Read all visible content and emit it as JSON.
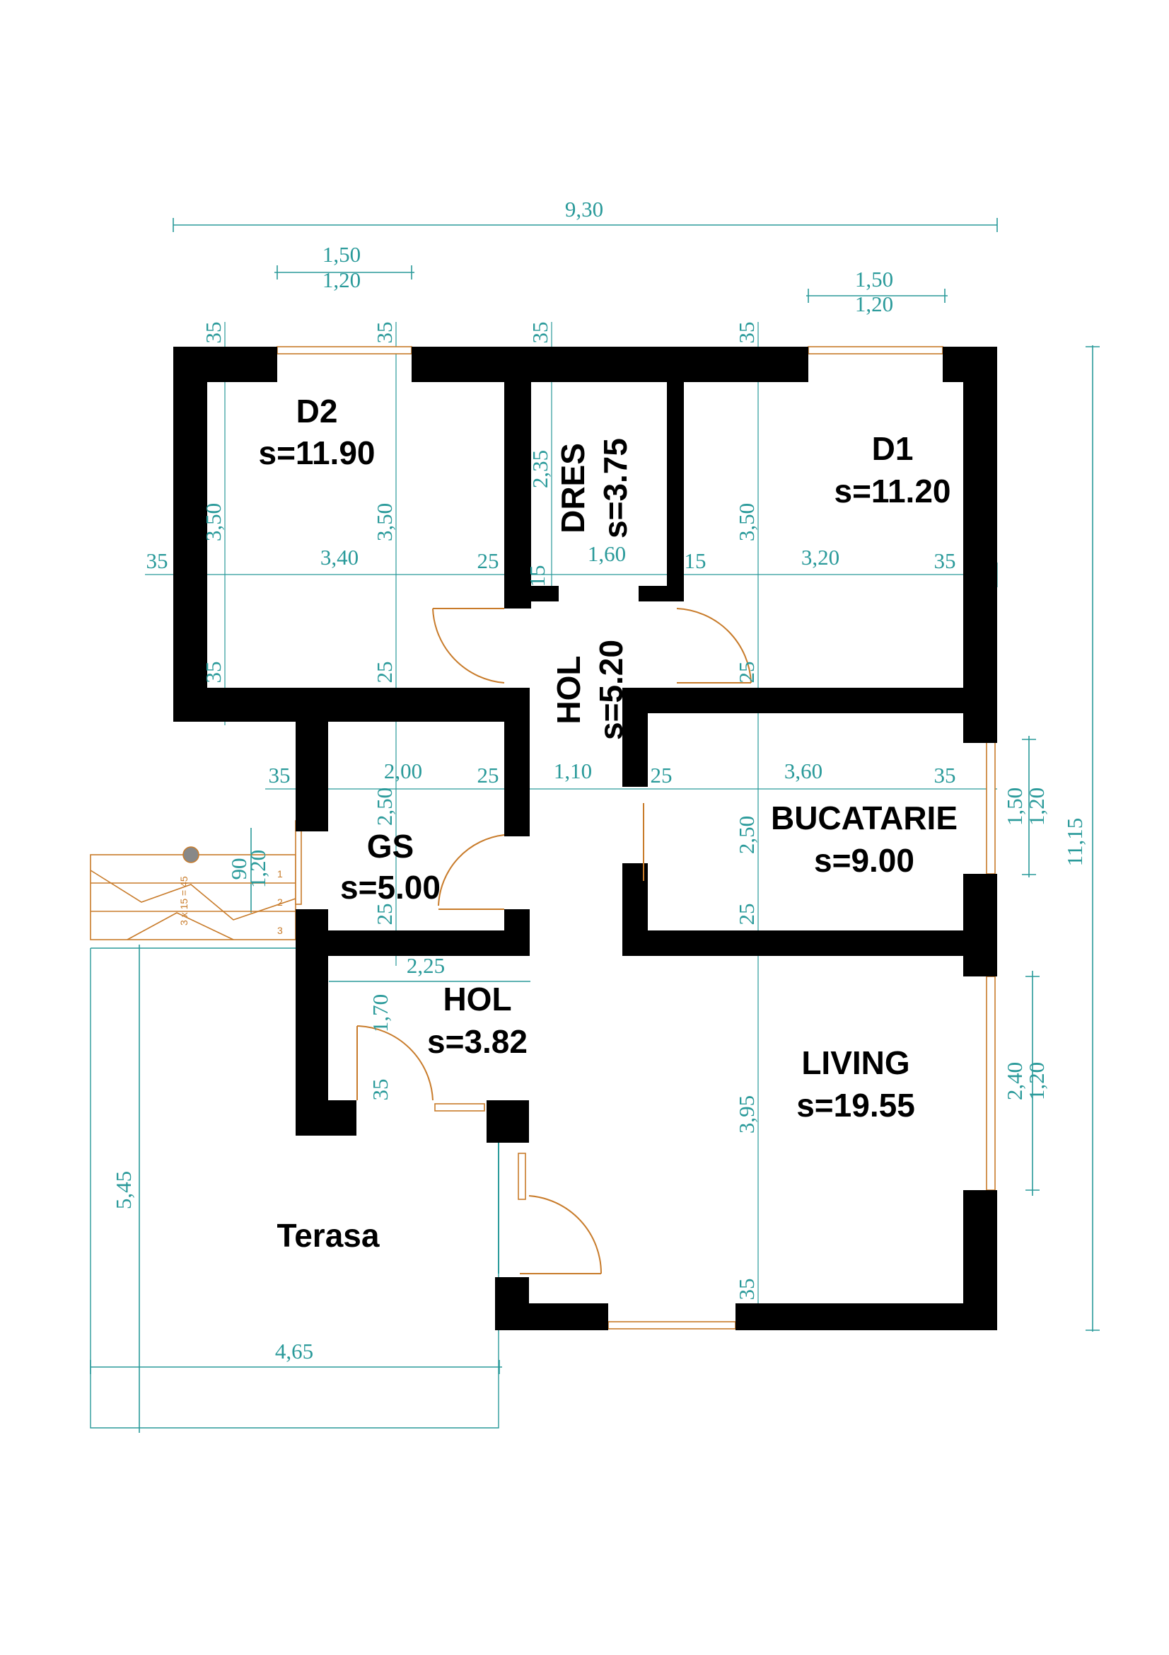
{
  "colors": {
    "wall": "#000000",
    "dimension": "#2a9a9a",
    "door_window": "#c87b2a",
    "background": "#ffffff"
  },
  "rooms": {
    "d2": {
      "name": "D2",
      "area": "s=11.90"
    },
    "dres": {
      "name": "DRES",
      "area": "s=3.75"
    },
    "d1": {
      "name": "D1",
      "area": "s=11.20"
    },
    "hol_center": {
      "name": "HOL",
      "area": "s=5.20"
    },
    "gs": {
      "name": "GS",
      "area": "s=5.00"
    },
    "bucatarie": {
      "name": "BUCATARIE",
      "area": "s=9.00"
    },
    "hol_entry": {
      "name": "HOL",
      "area": "s=3.82"
    },
    "living": {
      "name": "LIVING",
      "area": "s=19.55"
    },
    "terasa": {
      "name": "Terasa"
    }
  },
  "dimensions": {
    "total_width": "9,30",
    "total_height": "11,15",
    "win_d2_a": "1,50",
    "win_d2_b": "1,20",
    "win_d1_a": "1,50",
    "win_d1_b": "1,20",
    "wall_35_a": "35",
    "wall_35_b": "35",
    "wall_35_c": "35",
    "wall_35_d": "35",
    "d2_height_a": "3,50",
    "d2_height_b": "3,50",
    "dres_height": "2,35",
    "d1_height": "3,50",
    "row1_left": "35",
    "row1_d2": "3,40",
    "row1_25": "25",
    "row1_15a": "15",
    "row1_dres": "1,60",
    "row1_15b": "15",
    "row1_d1": "3,20",
    "row1_right": "35",
    "mid_35": "35",
    "mid_25a": "25",
    "mid_25b": "25",
    "row2_left": "35",
    "row2_gs": "2,00",
    "row2_25a": "25",
    "row2_hol": "1,10",
    "row2_25b": "25",
    "row2_buc": "3,60",
    "row2_right": "35",
    "gs_height": "2,50",
    "buc_height": "2,50",
    "win_buc_a": "1,50",
    "win_buc_b": "1,20",
    "gs_bottom_a": "25",
    "gs_bottom_b": "25",
    "hol_width": "2,25",
    "hol_height": "1,70",
    "hol_35": "35",
    "living_height": "3,95",
    "living_35": "35",
    "win_living_a": "2,40",
    "win_living_b": "1,20",
    "window_gs_a": "90",
    "window_gs_b": "1,20",
    "terasa_height": "5,45",
    "terasa_width": "4,65"
  },
  "stair": {
    "label": "3 x 15 = 45",
    "steps": [
      "1",
      "2",
      "3"
    ]
  }
}
